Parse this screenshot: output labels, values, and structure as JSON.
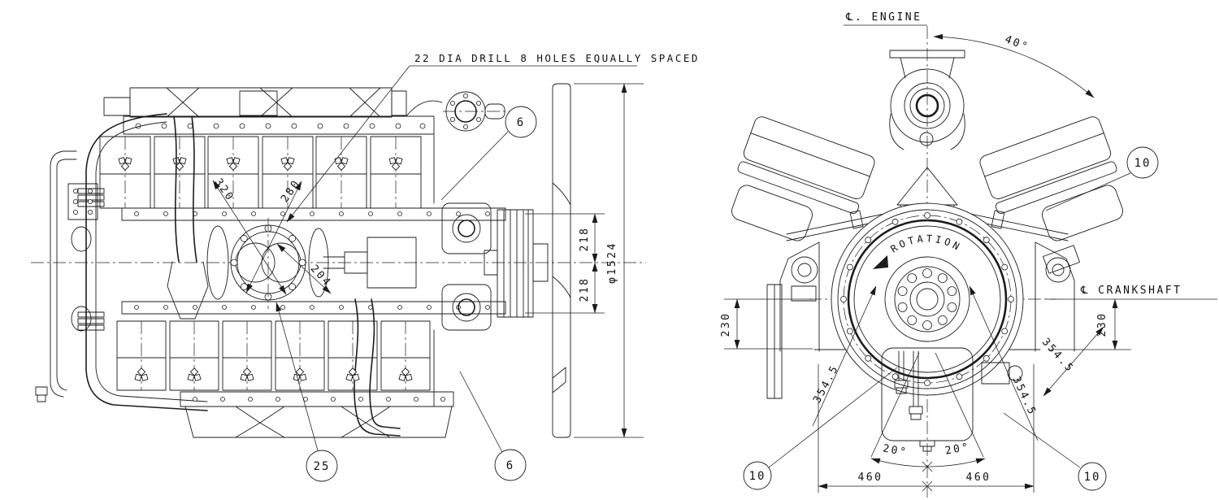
{
  "drawing": {
    "left_view": {
      "drill_note": "22 DIA DRILL 8 HOLES EQUALLY SPACED",
      "dim_bolt_a": "320",
      "dim_bolt_b": "280",
      "dim_bolt_c": "204",
      "dim_fan_top": "218",
      "dim_fan_bottom": "218",
      "dim_fan_diameter": "φ1524",
      "balloon_top": "6",
      "balloon_bottom": "6",
      "balloon_flange": "25"
    },
    "right_view": {
      "engine_centerline": "℄. ENGINE",
      "crankshaft_centerline": "℄ CRANKSHAFT",
      "bank_angle": "40°",
      "rotation_label": "ROTATION",
      "dim_230_left": "230",
      "dim_230_right": "230",
      "dim_354_left": "354.5",
      "dim_354_mid": "354.5",
      "dim_354_right": "354.5",
      "dim_460_left": "460",
      "dim_460_right": "460",
      "dim_20_left": "20°",
      "dim_20_right": "20°",
      "balloon_top_right": "10",
      "balloon_bottom_left": "10",
      "balloon_bottom_right": "10"
    },
    "colors": {
      "line": "#1c1c1c",
      "background": "#ffffff"
    }
  }
}
